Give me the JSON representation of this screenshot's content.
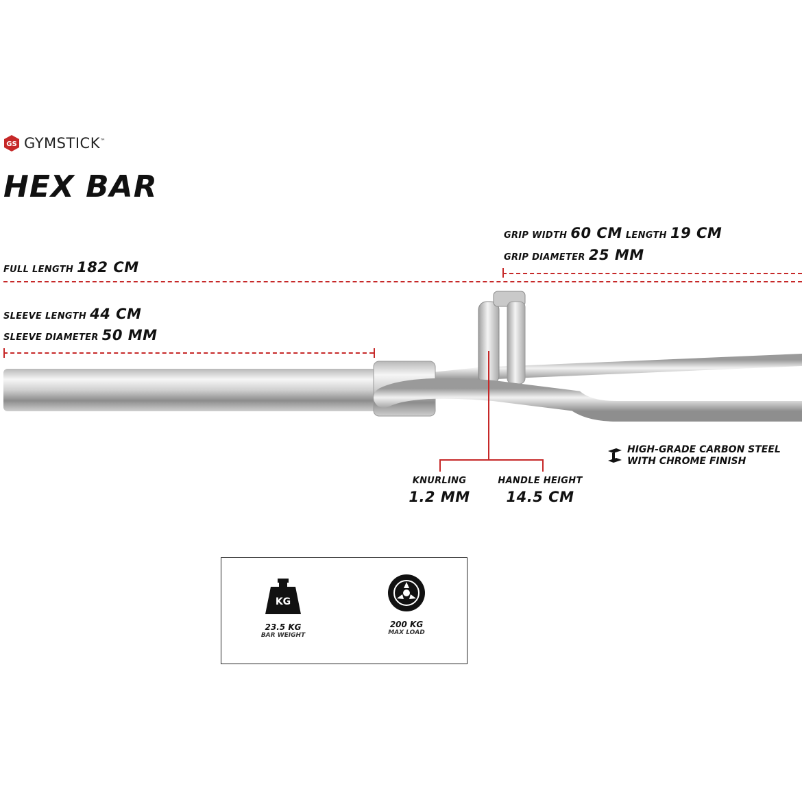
{
  "brand": {
    "name": "GYMSTICK",
    "tm": "™"
  },
  "title": "HEX BAR",
  "specs": {
    "full_length": {
      "label": "FULL LENGTH",
      "value": "182 CM"
    },
    "sleeve_length": {
      "label": "SLEEVE LENGTH",
      "value": "44 CM"
    },
    "sleeve_diameter": {
      "label": "SLEEVE DIAMETER",
      "value": "50 MM"
    },
    "grip_width": {
      "label": "GRIP WIDTH",
      "value": "60 CM"
    },
    "length": {
      "label": "LENGTH",
      "value": "19 CM"
    },
    "grip_diameter": {
      "label": "GRIP DIAMETER",
      "value": "25 MM"
    },
    "knurling": {
      "label": "KNURLING",
      "value": "1.2 MM"
    },
    "handle_height": {
      "label": "HANDLE HEIGHT",
      "value": "14.5 CM"
    }
  },
  "finish": {
    "line1": "HIGH-GRADE CARBON STEEL",
    "line2": "WITH CHROME FINISH"
  },
  "stats": {
    "weight": {
      "icon_text": "KG",
      "value": "23.5 KG",
      "caption": "BAR WEIGHT"
    },
    "load": {
      "value": "200 KG",
      "caption": "MAX LOAD"
    }
  },
  "colors": {
    "accent": "#c62828",
    "text": "#111111"
  },
  "icons": [
    "gymstick-logo-icon",
    "steel-beam-icon",
    "kettlebell-weight-icon",
    "weight-plate-icon"
  ]
}
